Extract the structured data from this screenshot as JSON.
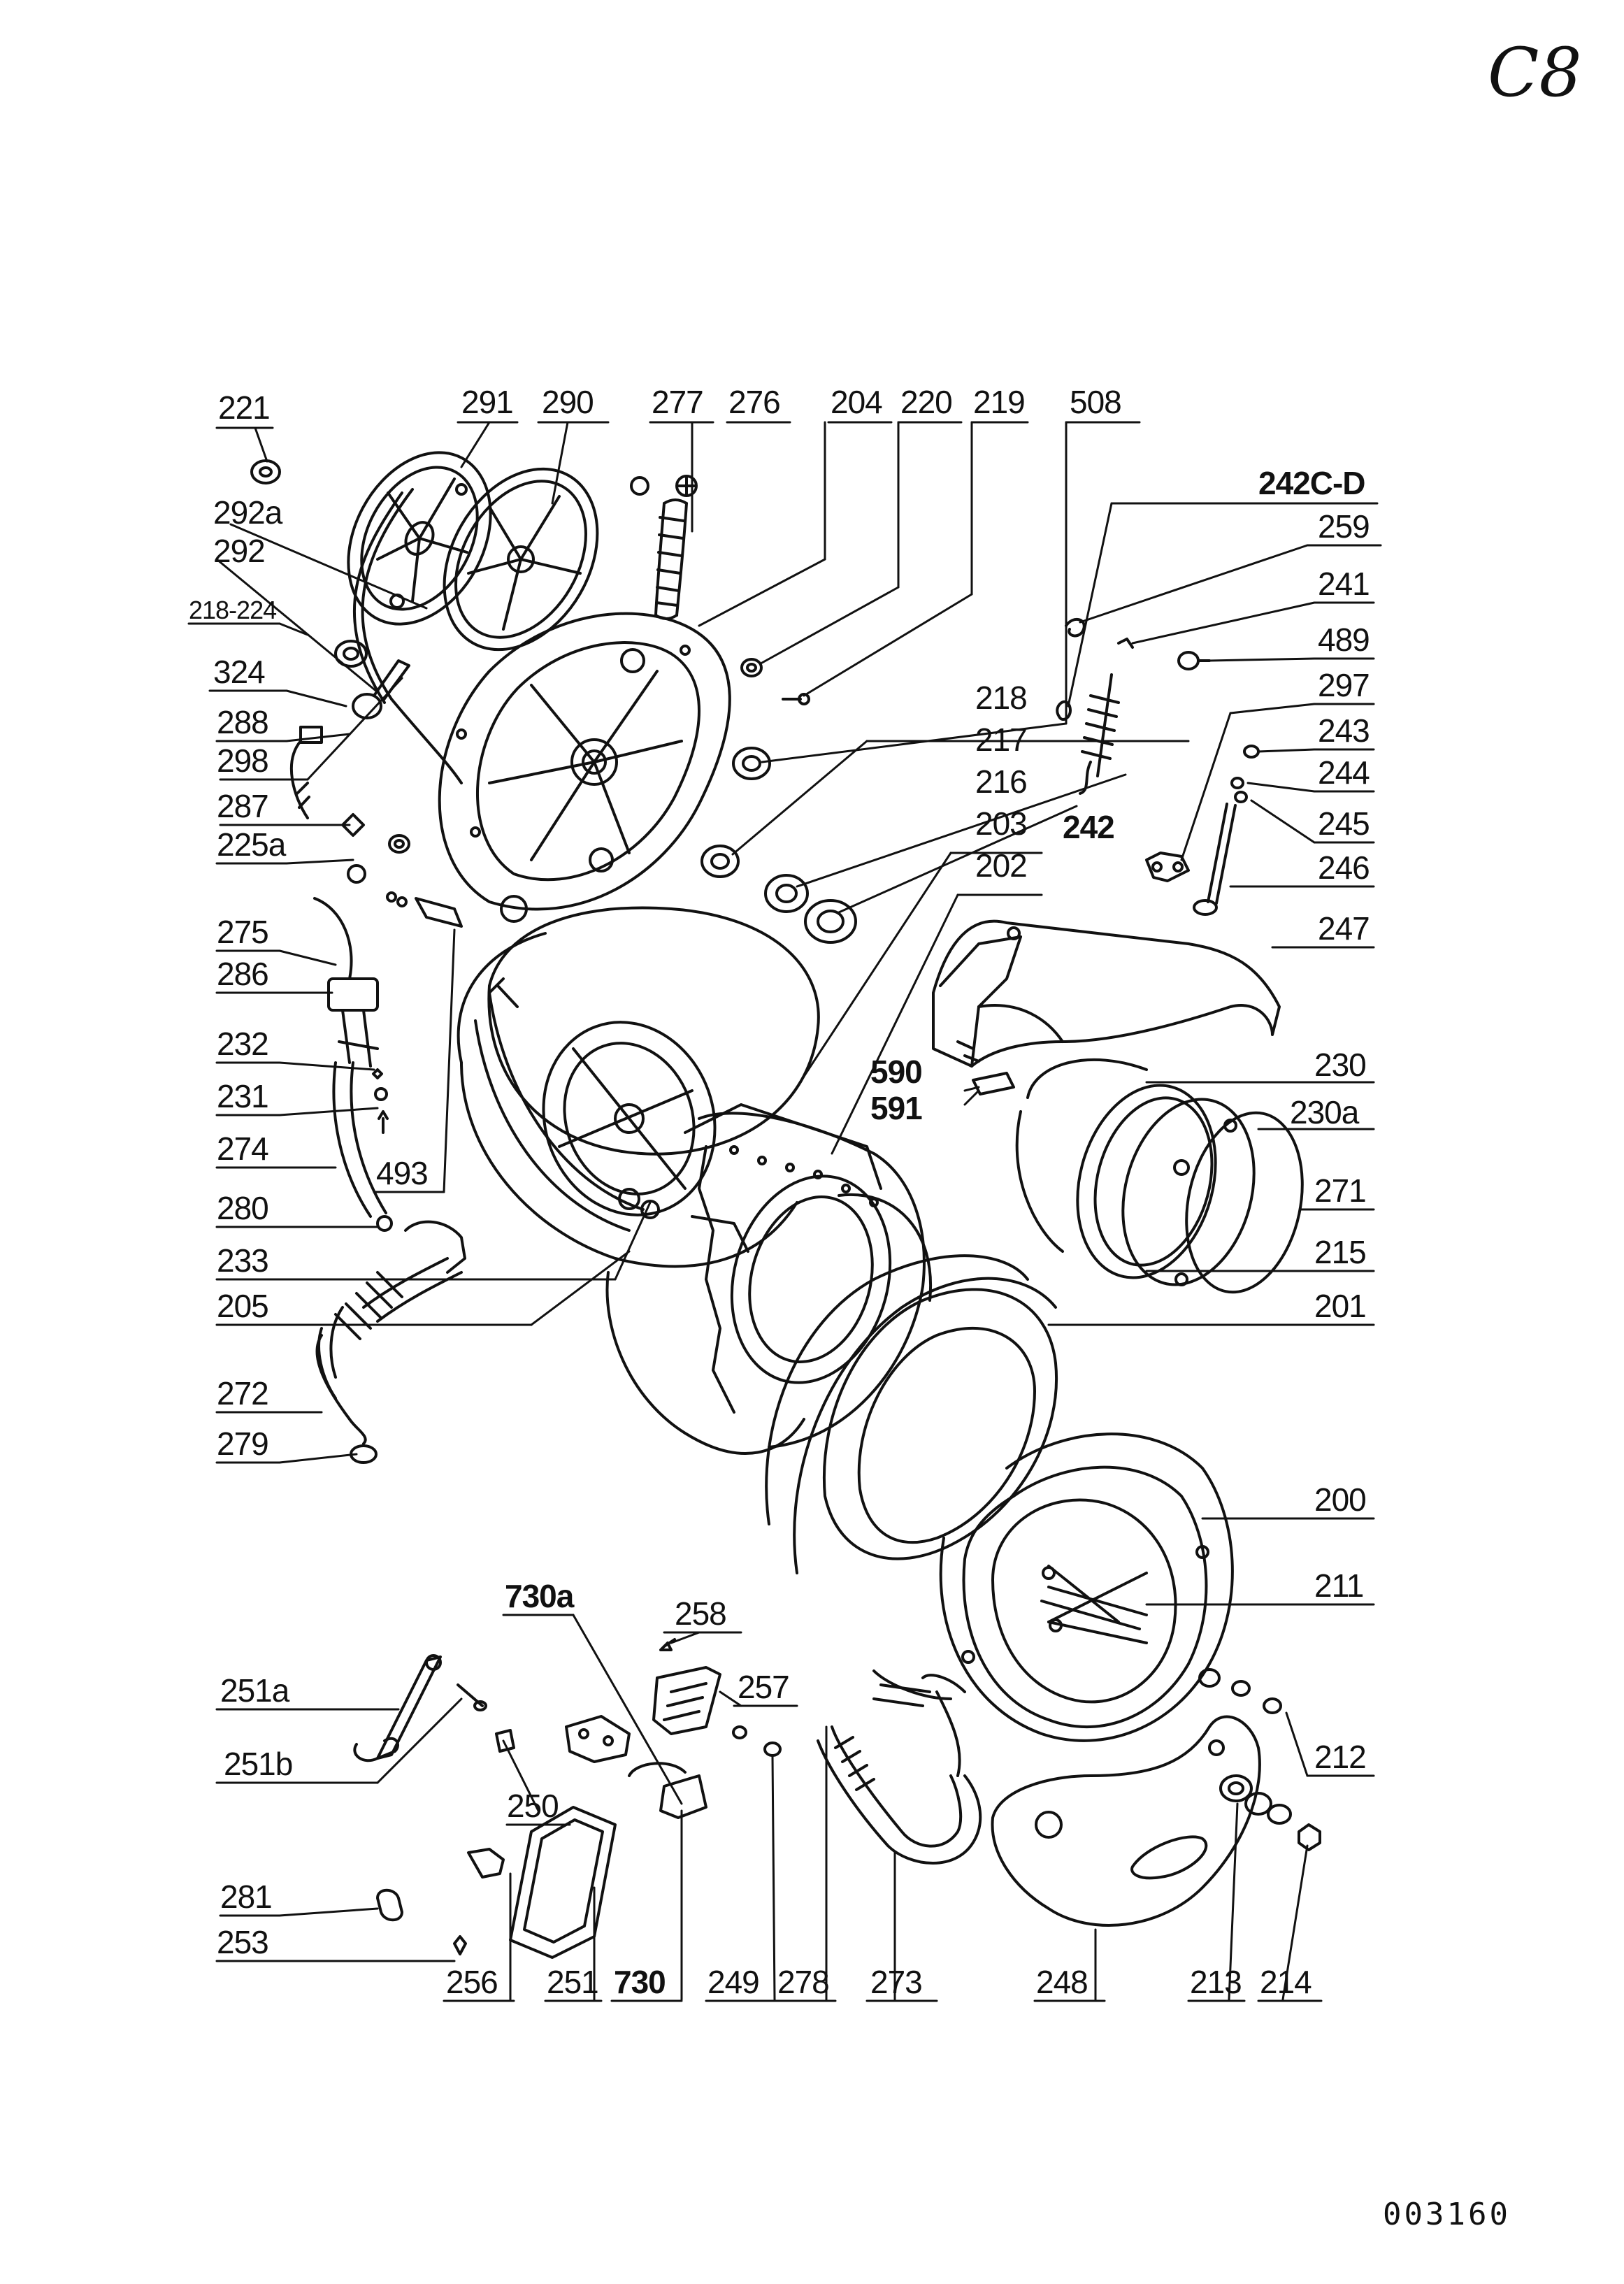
{
  "page_mark": "C8",
  "document_code": "003160",
  "callouts": {
    "c221": "221",
    "c291": "291",
    "c290": "290",
    "c277": "277",
    "c276": "276",
    "c204": "204",
    "c220": "220",
    "c219": "219",
    "c508": "508",
    "c242cd": "242C-D",
    "c259": "259",
    "c241": "241",
    "c489": "489",
    "c297": "297",
    "c243": "243",
    "c244": "244",
    "c245": "245",
    "c246": "246",
    "c247": "247",
    "c292a": "292a",
    "c292": "292",
    "c218_224": "218-224",
    "c324": "324",
    "c288": "288",
    "c298": "298",
    "c287": "287",
    "c225a": "225a",
    "c275": "275",
    "c286": "286",
    "c232": "232",
    "c231": "231",
    "c274": "274",
    "c493": "493",
    "c280": "280",
    "c233": "233",
    "c205": "205",
    "c272": "272",
    "c279": "279",
    "c218": "218",
    "c217": "217",
    "c216": "216",
    "c203": "203",
    "c202": "202",
    "c242": "242",
    "c590": "590",
    "c591": "591",
    "c230": "230",
    "c230a": "230a",
    "c271": "271",
    "c215": "215",
    "c201": "201",
    "c200": "200",
    "c211": "211",
    "c212": "212",
    "c730a": "730a",
    "c258": "258",
    "c257": "257",
    "c251a": "251a",
    "c251b": "251b",
    "c250": "250",
    "c281": "281",
    "c253": "253",
    "c256": "256",
    "c251": "251",
    "c730": "730",
    "c249": "249",
    "c278": "278",
    "c273": "273",
    "c248": "248",
    "c213": "213",
    "c214": "214"
  }
}
